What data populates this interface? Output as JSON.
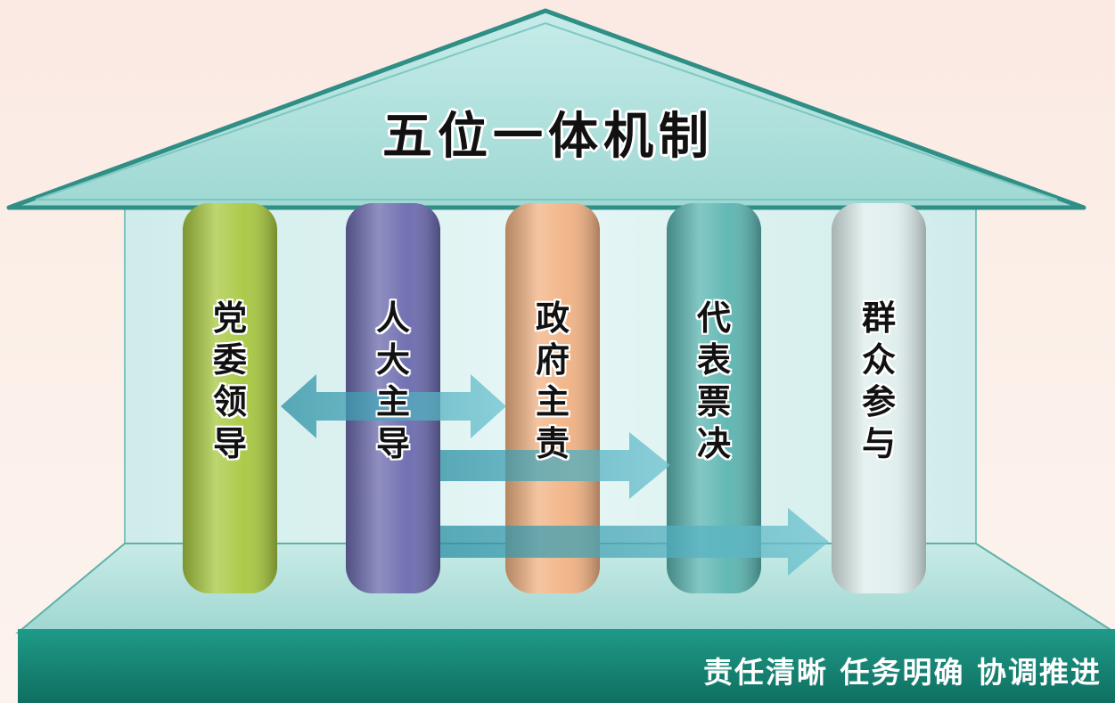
{
  "title": "五位一体机制",
  "pillars": [
    {
      "label": "党委领导",
      "color": "#a8c840"
    },
    {
      "label": "人大主导",
      "color": "#6b6aae"
    },
    {
      "label": "政府主责",
      "color": "#f1b283"
    },
    {
      "label": "代表票决",
      "color": "#5bb5b1"
    },
    {
      "label": "群众参与",
      "color": "#dfeeed"
    }
  ],
  "slogan": "责任清晰  任务明确  协调推进",
  "colors": {
    "roof": "#a7ddd9",
    "base": "#1a8d7c",
    "arrow": "#3fa6b8"
  },
  "icons": [
    "double-headed-arrow-icon",
    "right-arrow-icon"
  ]
}
